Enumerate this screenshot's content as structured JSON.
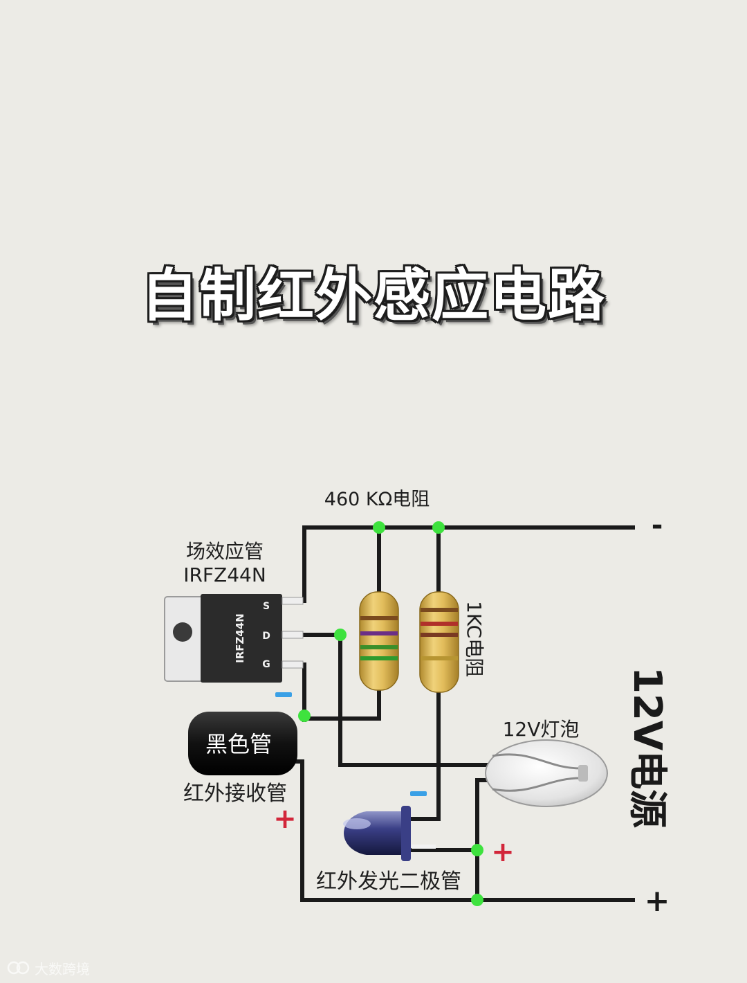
{
  "title": "自制红外感应电路",
  "labels": {
    "resistor_460k": "460 KΩ电阻",
    "resistor_1k": "1KC电阻",
    "mosfet_type": "场效应管",
    "mosfet_model": "IRFZ44N",
    "chip_text": "IRFZ44N",
    "pin_s": "S",
    "pin_d": "D",
    "pin_g": "G",
    "receiver_body": "黑色管",
    "receiver_name": "红外接收管",
    "led_name": "红外发光二极管",
    "bulb_name": "12V灯泡",
    "power_label": "12V电源",
    "terminal_minus": "-",
    "terminal_plus": "+",
    "plus_mark": "+",
    "minus_mark": "-"
  },
  "watermark": "大数跨境",
  "colors": {
    "background": "#ecebe6",
    "wire": "#1a1a1a",
    "node": "#3ee23e",
    "plus": "#d2263a",
    "minus": "#3aa0e6",
    "resistor_body": "#d9b55a"
  }
}
